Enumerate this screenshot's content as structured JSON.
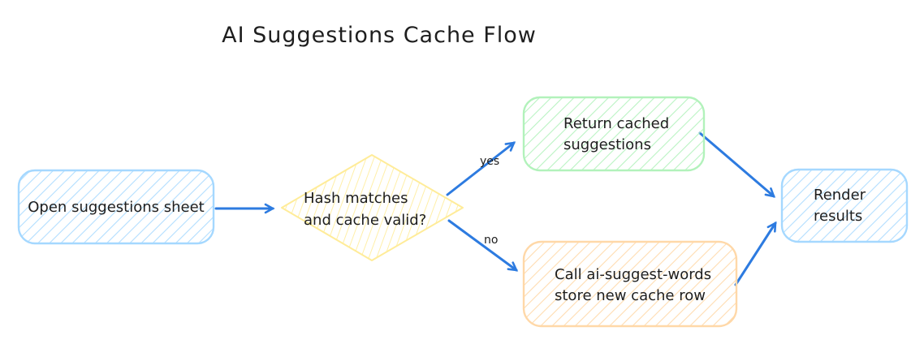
{
  "title": "AI Suggestions Cache Flow",
  "nodes": {
    "open_sheet": {
      "label": "Open suggestions sheet",
      "shape": "rounded-rect",
      "color": "#a5d8ff"
    },
    "decision": {
      "lines": [
        "Hash matches",
        "and cache valid?"
      ],
      "shape": "diamond",
      "color": "#ffec99"
    },
    "cached": {
      "lines": [
        "Return cached",
        "suggestions"
      ],
      "shape": "rounded-rect",
      "color": "#b2f2bb"
    },
    "call_api": {
      "lines": [
        "Call ai-suggest-words",
        "store new cache row"
      ],
      "shape": "rounded-rect",
      "color": "#ffd8a8"
    },
    "render": {
      "lines": [
        "Render",
        "results"
      ],
      "shape": "rounded-rect",
      "color": "#a5d8ff"
    }
  },
  "edges": [
    {
      "from": "open_sheet",
      "to": "decision",
      "label": ""
    },
    {
      "from": "decision",
      "to": "cached",
      "label": "yes"
    },
    {
      "from": "decision",
      "to": "call_api",
      "label": "no"
    },
    {
      "from": "cached",
      "to": "render",
      "label": ""
    },
    {
      "from": "call_api",
      "to": "render",
      "label": ""
    }
  ],
  "colors": {
    "arrow": "#2d7be0",
    "text": "#1e1e1e",
    "node_blue": "#a5d8ff",
    "node_green": "#b2f2bb",
    "node_yellow": "#ffec99",
    "node_orange": "#ffd8a8",
    "background": "#ffffff"
  }
}
